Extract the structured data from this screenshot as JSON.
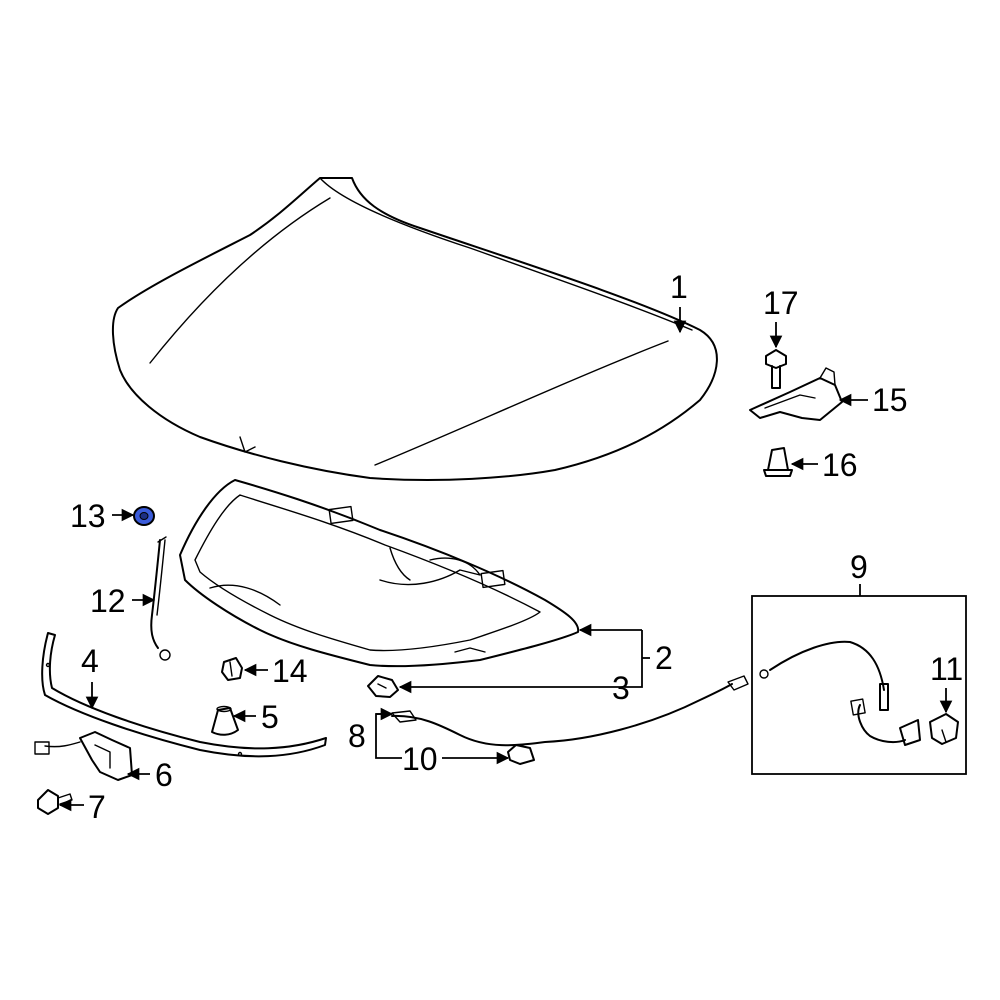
{
  "highlight_color": "#3a5bd9",
  "callouts": {
    "c1": "1",
    "c2": "2",
    "c3": "3",
    "c4": "4",
    "c5": "5",
    "c6": "6",
    "c7": "7",
    "c8": "8",
    "c9": "9",
    "c10": "10",
    "c11": "11",
    "c12": "12",
    "c13": "13",
    "c14": "14",
    "c15": "15",
    "c16": "16",
    "c17": "17"
  },
  "highlighted_part": "13"
}
